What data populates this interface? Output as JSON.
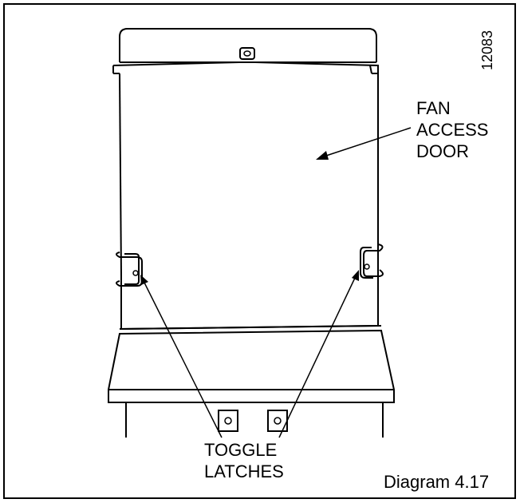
{
  "labels": {
    "fan_access_door": [
      "FAN",
      "ACCESS",
      "DOOR"
    ],
    "toggle_latches": [
      "TOGGLE",
      "LATCHES"
    ],
    "caption": "Diagram 4.17",
    "drawing_number": "12083"
  }
}
